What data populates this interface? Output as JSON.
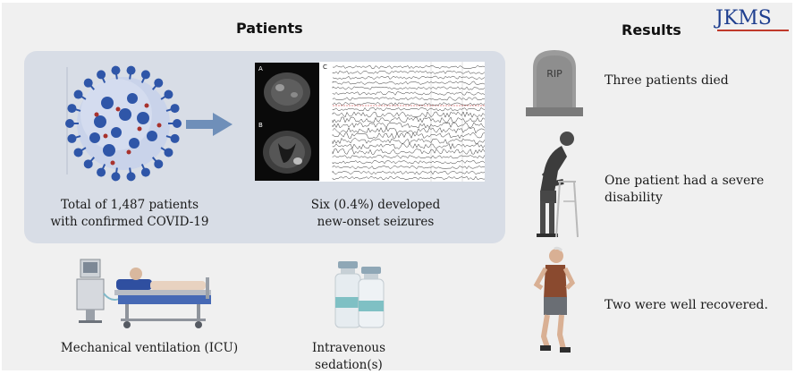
{
  "headings": {
    "patients": "Patients",
    "results": "Results"
  },
  "logo": "JKMS",
  "mri_labels": {
    "a": "A",
    "b": "B",
    "c": "C"
  },
  "captions": {
    "total_line1": "Total of 1,487 patients",
    "total_line2": "with confirmed COVID-19",
    "seizure_line1": "Six (0.4%) developed",
    "seizure_line2": "new-onset seizures",
    "ventilation": "Mechanical ventilation (ICU)",
    "sedation": "Intravenous sedation(s)"
  },
  "results": {
    "died": "Three  patients died",
    "disability_line1": "One patient had a severe",
    "disability_line2": "disability",
    "recovered": "Two were well recovered."
  },
  "tombstone_text": "RIP",
  "icons": [
    "virus-icon",
    "arrow-right-icon",
    "mri-image",
    "eeg-trace",
    "ventilator-bed-icon",
    "vials-icon",
    "tombstone-icon",
    "elderly-walker-icon",
    "runner-icon"
  ],
  "colors": {
    "panel_bg": "#f0f0f0",
    "blue_box": "#d8dde6",
    "virus_body": "#c9d3ea",
    "virus_spike": "#2f56a8",
    "virus_dot": "#a8322d",
    "arrow": "#6f8fb9",
    "logo": "#1f3f8f"
  }
}
